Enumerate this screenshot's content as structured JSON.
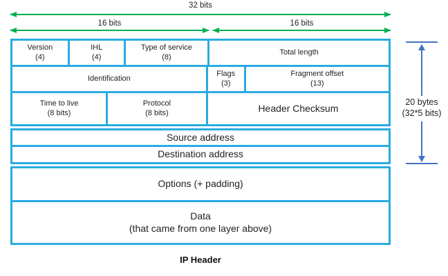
{
  "title": "IP Header",
  "colors": {
    "cell_border": "#29ABE2",
    "arrow_green": "#00B050",
    "arrow_blue": "#4472C4"
  },
  "arrows": {
    "bits32": "32 bits",
    "bits16_left": "16 bits",
    "bits16_right": "16 bits"
  },
  "height_label": {
    "line1": "20 bytes",
    "line2": "(32*5 bits)"
  },
  "table": {
    "rows": [
      {
        "cells": [
          {
            "line1": "Version",
            "line2": "(4)"
          },
          {
            "line1": "IHL",
            "line2": "(4)"
          },
          {
            "line1": "Type of service",
            "line2": "(8)"
          },
          {
            "line1": "Total length",
            "line2": ""
          }
        ]
      },
      {
        "cells": [
          {
            "line1": "Identification",
            "line2": ""
          },
          {
            "line1": "Flags",
            "line2": "(3)"
          },
          {
            "line1": "Fragment offset",
            "line2": "(13)"
          }
        ]
      },
      {
        "cells": [
          {
            "line1": "Time to live",
            "line2": "(8 bits)"
          },
          {
            "line1": "Protocol",
            "line2": "(8 bits)"
          },
          {
            "line1": "Header Checksum",
            "line2": ""
          }
        ]
      },
      {
        "cells": [
          {
            "line1": "Source address",
            "line2": ""
          }
        ]
      },
      {
        "cells": [
          {
            "line1": "Destination address",
            "line2": ""
          }
        ]
      },
      {
        "cells": [
          {
            "line1": "Options (+ padding)",
            "line2": ""
          }
        ]
      },
      {
        "cells": [
          {
            "line1": "Data",
            "line2": "(that came from one layer above)"
          }
        ]
      }
    ]
  }
}
